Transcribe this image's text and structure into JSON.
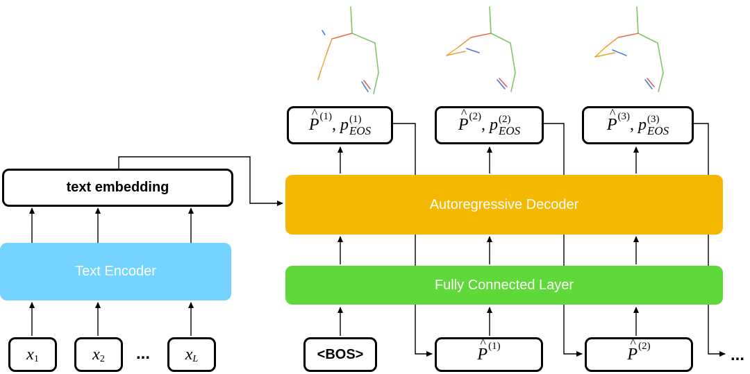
{
  "diagram": {
    "text_embedding": "text embedding",
    "text_encoder": "Text Encoder",
    "autoregressive_decoder": "Autoregressive Decoder",
    "fully_connected_layer": "Fully Connected Layer",
    "bos_token": "<BOS>",
    "input_tokens": [
      {
        "base": "x",
        "sub": "1"
      },
      {
        "base": "x",
        "sub": "2"
      },
      {
        "base": "x",
        "sub": "L"
      }
    ],
    "input_ellipsis": "...",
    "outputs": [
      {
        "pose": "P",
        "index": "(1)",
        "prob": "p",
        "prob_sub": "EOS"
      },
      {
        "pose": "P",
        "index": "(2)",
        "prob": "p",
        "prob_sub": "EOS"
      },
      {
        "pose": "P",
        "index": "(3)",
        "prob": "p",
        "prob_sub": "EOS"
      }
    ],
    "feedback_inputs": [
      {
        "pose": "P",
        "index": "(1)"
      },
      {
        "pose": "P",
        "index": "(2)"
      }
    ],
    "output_ellipsis": "...",
    "colors": {
      "text_encoder": "#74d3ff",
      "decoder": "#f5b800",
      "fc_layer": "#5fd83a",
      "stroke": "#000000"
    }
  }
}
